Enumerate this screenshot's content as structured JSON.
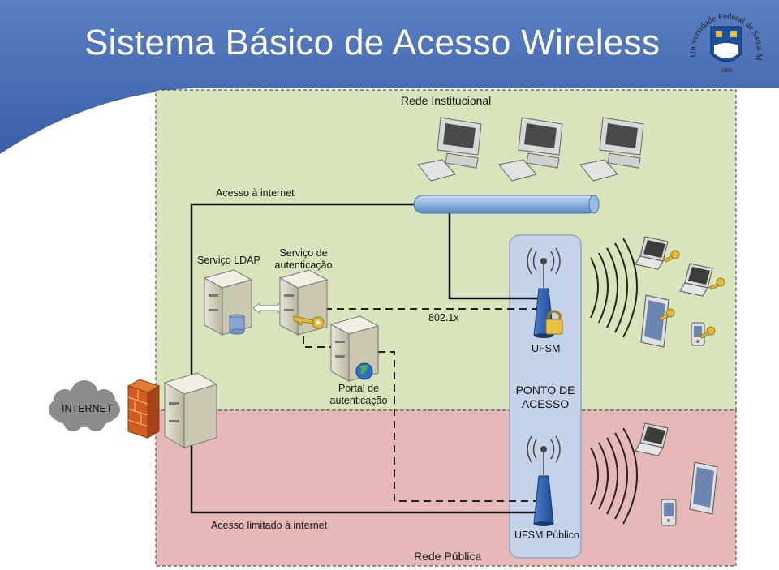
{
  "title": "Sistema Básico de Acesso Wireless",
  "logo": {
    "text": "Universidade Federal de Santa Maria",
    "year": "1960"
  },
  "zones": {
    "institutional": {
      "label": "Rede Institucional",
      "color": "#d8e4bc"
    },
    "public": {
      "label": "Rede Pública",
      "color": "#e6b8b7"
    }
  },
  "labels": {
    "internet_access": "Acesso à internet",
    "ldap": "Serviço LDAP",
    "auth_service": "Serviço de autenticação",
    "dot1x": "802.1x",
    "portal": "Portal de autenticação",
    "internet": "INTERNET",
    "limited_access": "Acesso limitado à internet",
    "ufsm": "UFSM",
    "access_point": "PONTO DE ACESSO",
    "ufsm_public": "UFSM Público"
  },
  "colors": {
    "header": "#4a6fb5",
    "ap_panel": "#c5d3ea",
    "ap_body": "#2e5ea9"
  }
}
